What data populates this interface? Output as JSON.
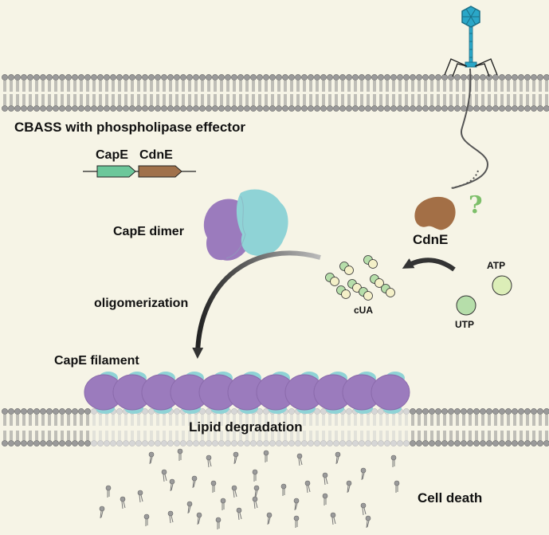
{
  "labels": {
    "title": "CBASS with phospholipase effector",
    "gene_cape": "CapE",
    "gene_cdne": "CdnE",
    "cape_dimer": "CapE dimer",
    "cdne": "CdnE",
    "question_mark": "?",
    "atp": "ATP",
    "utp": "UTP",
    "cua": "cUA",
    "oligomerization": "oligomerization",
    "cape_filament": "CapE filament",
    "lipid_degradation": "Lipid degradation",
    "cell_death": "Cell death"
  },
  "colors": {
    "background": "#f6f4e6",
    "cape_gene": "#6cc79a",
    "cdne_gene": "#a0714b",
    "cdne_protein": "#a36f46",
    "cape_purple": "#9b7bbd",
    "cape_teal": "#8fd3d6",
    "atp": "#dceeb8",
    "utp": "#b6deaa",
    "lipid_head": "#9a9a9a",
    "phage": "#2aa7c8",
    "question_mark": "#7dbf6a"
  }
}
